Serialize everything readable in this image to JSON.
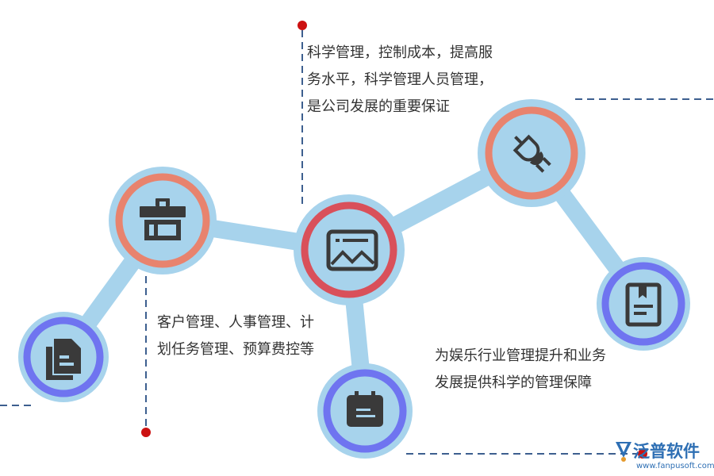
{
  "texts": {
    "top": [
      "科学管理，控制成本，提高服",
      "务水平，科学管理人员管理，",
      "是公司发展的重要保证"
    ],
    "left": [
      "客户管理、人事管理、计",
      "划任务管理、预算费控等"
    ],
    "right": [
      "为娱乐行业管理提升和业务",
      "发展提供科学的管理保障"
    ]
  },
  "logo": {
    "name": "泛普软件",
    "url": "www.fanpusoft.com"
  },
  "nodes": [
    {
      "id": "node-left-bottom",
      "icon": "document-copy-icon"
    },
    {
      "id": "node-left-top",
      "icon": "toolbox-icon"
    },
    {
      "id": "node-center",
      "icon": "image-card-icon"
    },
    {
      "id": "node-bottom",
      "icon": "calendar-icon"
    },
    {
      "id": "node-top-right",
      "icon": "plug-icon"
    },
    {
      "id": "node-right",
      "icon": "book-icon"
    }
  ],
  "colors": {
    "connector": "#a7d3ec",
    "ring_orange": "#e8836e",
    "ring_red": "#d9505a",
    "ring_blue": "#6f74f0",
    "dashed_line": "#3d5f8f",
    "dot": "#cc1111",
    "icon": "#3a3a3a"
  }
}
